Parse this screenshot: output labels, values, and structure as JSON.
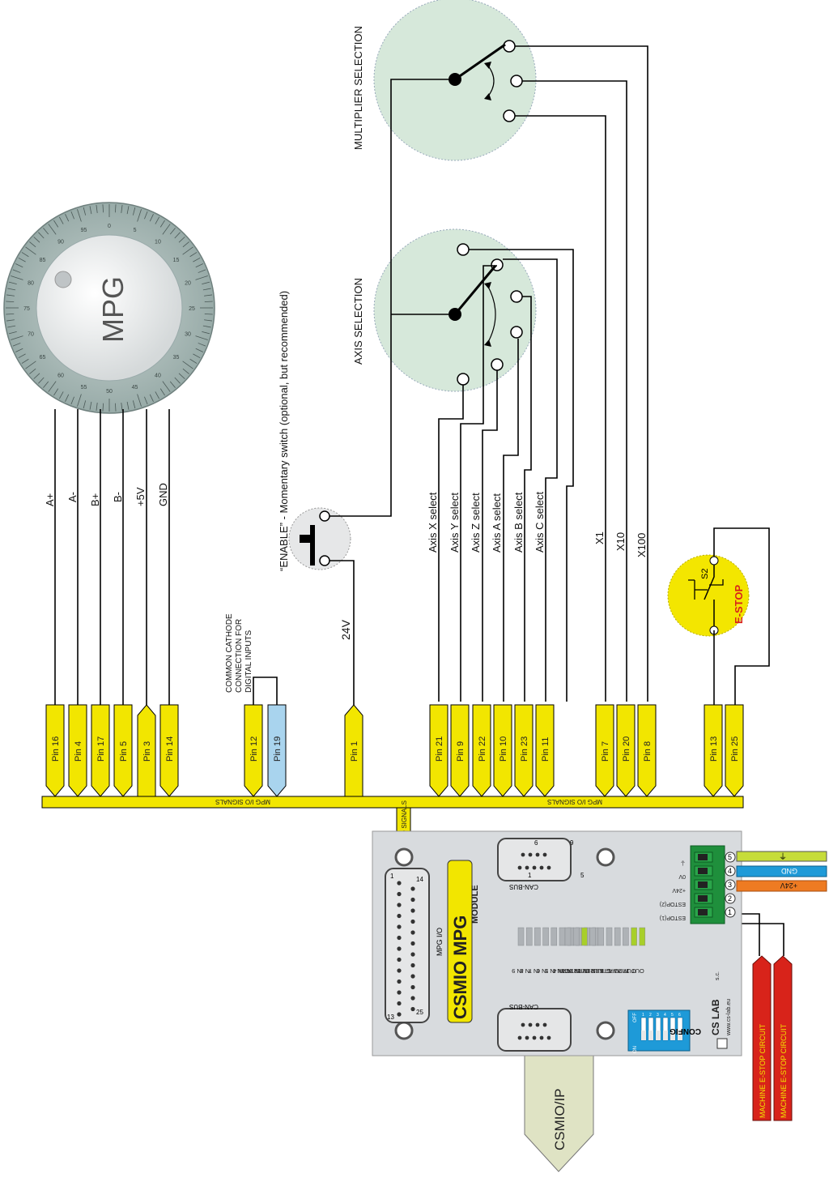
{
  "mpg": {
    "label": "MPG",
    "signals": [
      "A+",
      "A-",
      "B+",
      "B-",
      "+5V",
      "GND"
    ],
    "pins": [
      "Pin 16",
      "Pin 4",
      "Pin 17",
      "Pin 5",
      "Pin 3",
      "Pin 14"
    ],
    "dial_numbers": [
      "0",
      "5",
      "10",
      "15",
      "20",
      "25",
      "30",
      "35",
      "40",
      "45",
      "50",
      "55",
      "60",
      "65",
      "70",
      "75",
      "80",
      "85",
      "90",
      "95"
    ]
  },
  "common": {
    "label_lines": [
      "COMMON CATHODE",
      "CONNECTION FOR",
      "DIGITAL INPUTS"
    ],
    "pins": [
      "Pin 12",
      "Pin 19"
    ]
  },
  "enable": {
    "label": "“ENABLE” - Momentary switch (optional, but recommended)",
    "voltage": "24V",
    "pin": "Pin 1"
  },
  "axis": {
    "title": "AXIS SELECTION",
    "signals": [
      "Axis X select",
      "Axis Y select",
      "Axis Z select",
      "Axis A select",
      "Axis B select",
      "Axis C select"
    ],
    "pins": [
      "Pin 21",
      "Pin 9",
      "Pin 22",
      "Pin 10",
      "Pin 23",
      "Pin 11"
    ]
  },
  "multiplier": {
    "title": "MULTIPLIER SELECTION",
    "signals": [
      "X1",
      "X10",
      "X100"
    ],
    "pins": [
      "Pin 7",
      "Pin 20",
      "Pin 8"
    ]
  },
  "estop": {
    "label": "E-STOP",
    "switch_id": "S2",
    "pins": [
      "Pin 13",
      "Pin 25"
    ]
  },
  "bus": {
    "label": "MPG I/O SIGNALS"
  },
  "module": {
    "brand": "CSMIO MPG",
    "sub": "MODULE",
    "db25_label": "MPG I/O",
    "canbus_label": "CAN-BUS",
    "db9_top_pins": [
      "1",
      "5",
      "6",
      "9"
    ],
    "db25_pins": [
      "1",
      "13",
      "14",
      "25"
    ],
    "inputs": [
      "IN 0",
      "IN 1",
      "IN 2",
      "IN 3",
      "IN 4",
      "IN 5",
      "IN 6",
      "IN 7",
      "IN 8",
      "IN 9"
    ],
    "status": [
      "OUT 1",
      "OUT 2",
      "MPG A",
      "MPG B",
      "STILL",
      "FFD",
      "REV",
      "ERR",
      "STAT",
      "CAN"
    ],
    "config_label": "CONFIG",
    "dip_on": "ON",
    "dip_off": "OFF",
    "dip_numbers": [
      "1",
      "2",
      "3",
      "4",
      "5",
      "6"
    ],
    "maker": "CS LAB",
    "maker_suffix": "s.c.",
    "website": "www.cs-lab.eu",
    "terminal_labels": [
      "ESTOP(1)",
      "ESTOP(2)",
      "+24V",
      "0V",
      "⏚"
    ],
    "terminal_numbers": [
      "1",
      "2",
      "3",
      "4",
      "5"
    ]
  },
  "outputs": {
    "csmio": "CSMIO/IP",
    "gnd": "GND",
    "v24": "+24V",
    "earth": "⏚",
    "estop_circuit": "MACHINE E-STOP CIRCUIT"
  },
  "colors": {
    "pin_yellow": "#f2e600",
    "pin_blue": "#a9d4ee",
    "switch_green": "#d6e8da",
    "module_grey": "#d8dbde",
    "estop_red": "#d8231a",
    "gnd_blue": "#1e9ad8",
    "v24_orange": "#ee7b22",
    "earth_green": "#c6dc3a"
  }
}
